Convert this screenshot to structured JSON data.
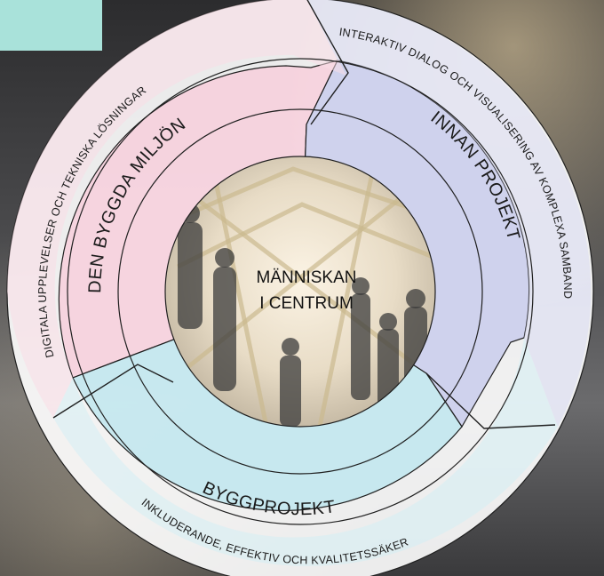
{
  "center": {
    "line1": "MÄNNISKAN",
    "line2": "I CENTRUM"
  },
  "segments": {
    "built_environment": {
      "inner_label": "DEN BYGGDA MILJÖN",
      "outer_label": "DIGITALA UPPLEVELSER OCH TEKNISKA LÖSNINGAR",
      "color": "#f7cfdc"
    },
    "before_project": {
      "inner_label": "INNAN PROJEKT",
      "outer_label": "INTERAKTIV DIALOG OCH VISUALISERING AV KOMPLEXA SAMBAND",
      "color": "#c9ccec"
    },
    "building_project": {
      "inner_label": "BYGGPROJEKT",
      "outer_label": "INKLUDERANDE, EFFEKTIV OCH KVALITETSSÄKER",
      "color": "#bfe6ef"
    }
  },
  "colors": {
    "ring_stroke": "#1f1f1f",
    "accent_teal": "#a9e2da"
  }
}
